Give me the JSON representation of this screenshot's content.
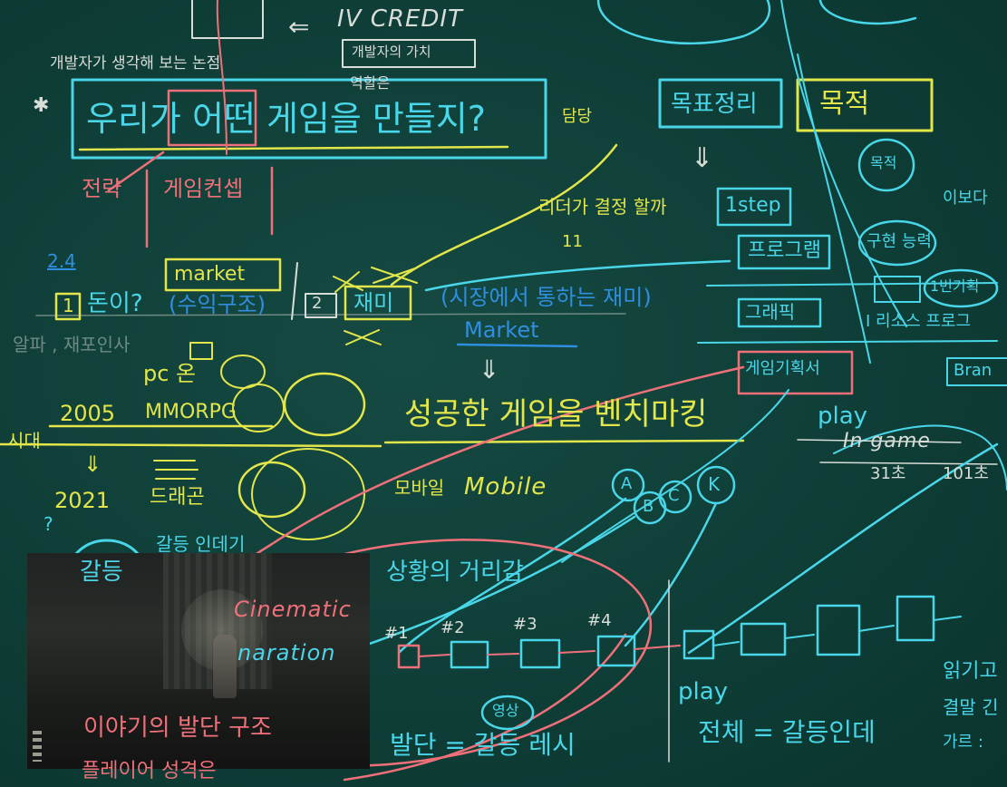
{
  "top": {
    "iv_credit": "IV CREDIT",
    "arrow_glyph": "⇐",
    "developer_value": "개발자의 가치",
    "caption_line": "개발자가 생각해 보는 논점",
    "question": "우리가 어떤 게임을 만들지?",
    "question_highlight": "어떤",
    "annotation_right": "역할은",
    "strategy": "전략",
    "game_concept": "게임컨셉",
    "star": "✱"
  },
  "left_mid": {
    "number_tag": "2.4",
    "market_box": "market",
    "item1_box": "1",
    "item1_text": "돈이?",
    "item1_paren": "(수익구조)",
    "faded_text": "알파 , 재포인사",
    "pc": "pc 온",
    "year_2005": "2005",
    "genre_2005": "MMORPG",
    "era": "시대",
    "down_arrow": "⇓",
    "year_2021": "2021",
    "genre_2021": "드래곤",
    "small_q": "?",
    "item2_box": "2",
    "item2_text": "재미",
    "item2_paren": "(시장에서 통하는 재미)",
    "market_label": "Market"
  },
  "center": {
    "leader_text": "리더가 결정 할까",
    "quotes": "11",
    "benchmark": "성공한 게임을 벤치마킹",
    "mobile_prefix": "모바일",
    "mobile": "Mobile",
    "top_right_small": "담당"
  },
  "right": {
    "box_cyan": "목표정리",
    "box_yellow": "목적",
    "arrow_down": "⇓",
    "step": "1step",
    "program": "프로그램",
    "graphics": "그래픽",
    "game_design": "게임기획서",
    "play": "play",
    "in_game": "In game",
    "t31": "31초",
    "t101": "101초",
    "circle_small": "목적",
    "combined": "구현 능력",
    "right_edge_1": "이보다",
    "right_edge_2": "1번기획",
    "right_edge_3": "Ⅰ 리소스 프로그",
    "right_edge_4": "Bran"
  },
  "bottom": {
    "story_of_conflict": "갈등 인데기",
    "conflict": "갈등",
    "cinematic": "Cinematic",
    "narration": "naration",
    "situation": "상황의 거리감",
    "node_labels": [
      "#1",
      "#2",
      "#3",
      "#4"
    ],
    "video_tag": "영상",
    "story_box": "이야기의 발단 구조",
    "player_line": "플레이어 성격은",
    "development_line": "발단 = 갈등 레시",
    "play": "play",
    "total_equation": "전체 = 갈등인데",
    "right_bottom_1": "읽기고",
    "right_bottom_2": "결말 긴",
    "right_bottom_3": "가르 :",
    "abc": [
      "A",
      "B",
      "C",
      "K"
    ]
  },
  "colors": {
    "board": "#0f3f38",
    "yellow": "#e2e64a",
    "cyan": "#49d6e8",
    "blue": "#2f8ee0",
    "pink": "#f0707a",
    "white": "#d8ddd8"
  }
}
